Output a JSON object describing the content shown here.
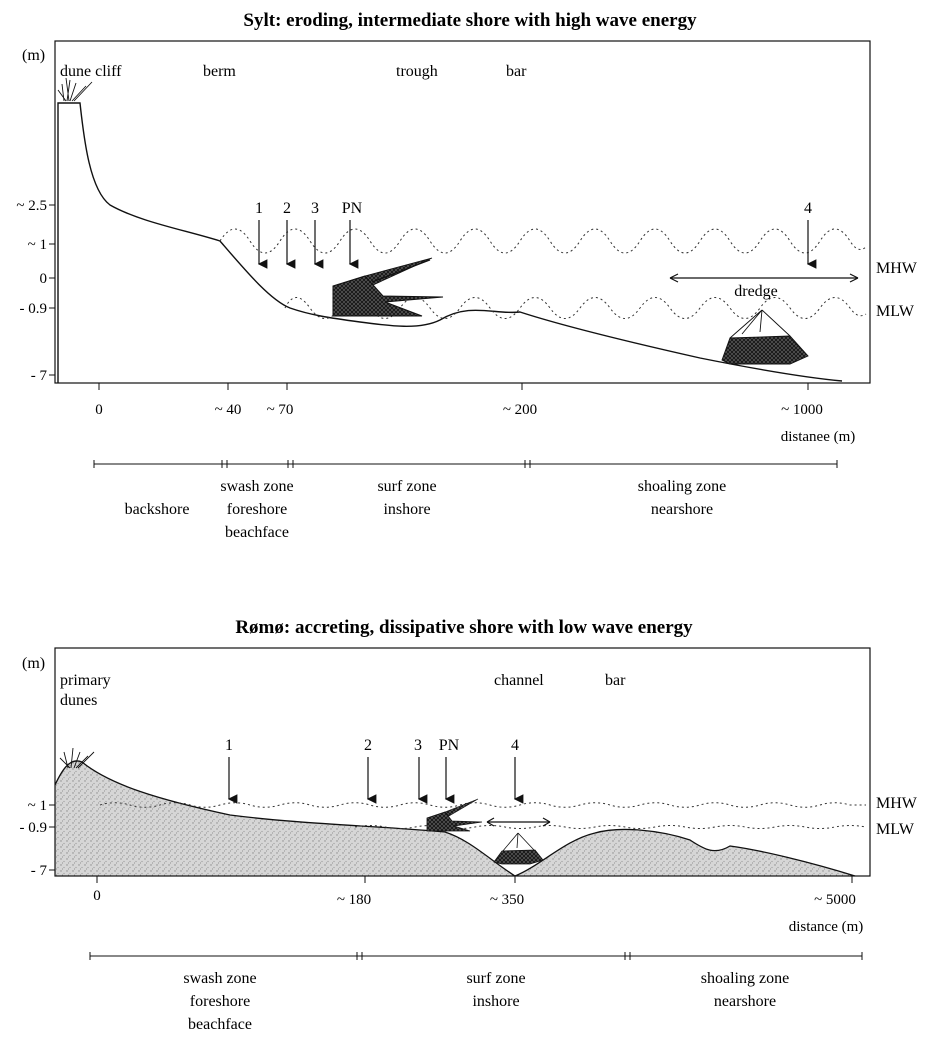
{
  "panels": [
    {
      "title": "Sylt: eroding, intermediate shore with high wave energy",
      "y_unit": "(m)",
      "features": {
        "dune": "dune cliff",
        "berm": "berm",
        "trough": "trough",
        "bar": "bar"
      },
      "y_ticks": [
        "~ 2.5",
        "~ 1",
        "0",
        "- 0.9",
        "- 7"
      ],
      "x_ticks": [
        "0",
        "~ 40",
        "~ 70",
        "~ 200",
        "~ 1000"
      ],
      "x_label": "distanee (m)",
      "stations": [
        "1",
        "2",
        "3",
        "PN",
        "4"
      ],
      "levels": {
        "high": "MHW",
        "low": "MLW"
      },
      "gear": "dredge",
      "zones": [
        {
          "lines": [
            "backshore"
          ]
        },
        {
          "lines": [
            "swash zone",
            "foreshore",
            "beachface"
          ]
        },
        {
          "lines": [
            "surf zone",
            "inshore"
          ]
        },
        {
          "lines": [
            "shoaling zone",
            "nearshore"
          ]
        }
      ]
    },
    {
      "title": "Rømø: accreting, dissipative shore with low wave energy",
      "y_unit": "(m)",
      "features": {
        "dune_1": "primary",
        "dune_2": "dunes",
        "channel": "channel",
        "bar": "bar"
      },
      "y_ticks": [
        "~ 1",
        "- 0.9",
        "- 7"
      ],
      "x_ticks": [
        "0",
        "~ 180",
        "~ 350",
        "~ 5000"
      ],
      "x_label": "distance (m)",
      "stations": [
        "1",
        "2",
        "3",
        "PN",
        "4"
      ],
      "levels": {
        "high": "MHW",
        "low": "MLW"
      },
      "zones": [
        {
          "lines": [
            "swash zone",
            "foreshore",
            "beachface"
          ]
        },
        {
          "lines": [
            "surf zone",
            "inshore"
          ]
        },
        {
          "lines": [
            "shoaling zone",
            "nearshore"
          ]
        }
      ]
    }
  ]
}
